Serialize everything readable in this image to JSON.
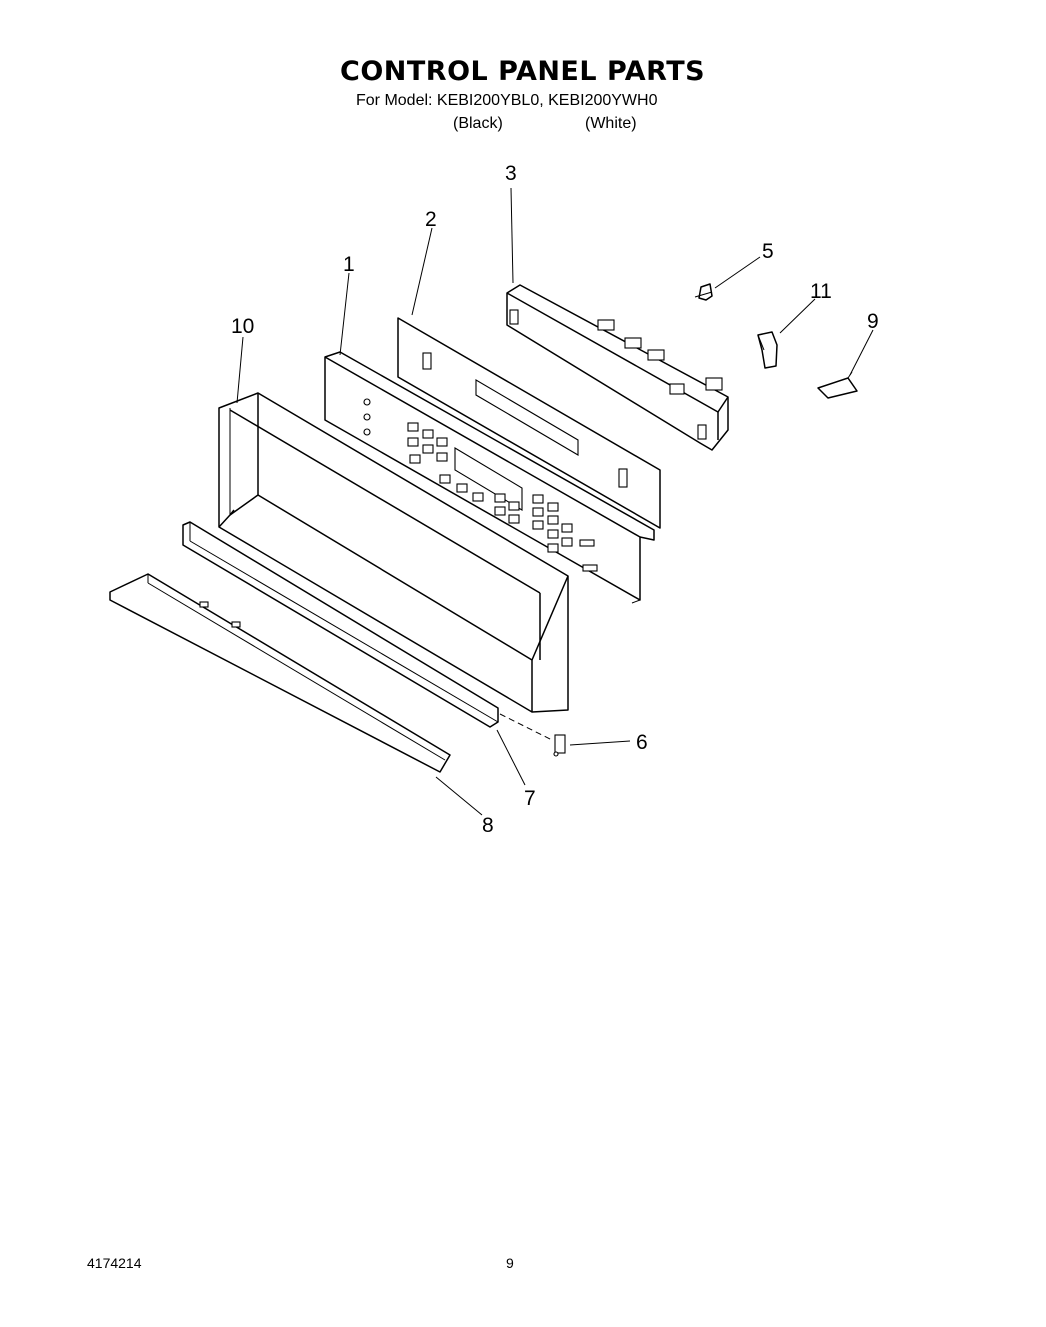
{
  "header": {
    "title": "CONTROL PANEL PARTS",
    "model_line": "For Model: KEBI200YBL0, KEBI200YWH0",
    "variant_black": "(Black)",
    "variant_white": "(White)"
  },
  "callouts": [
    "1",
    "2",
    "3",
    "5",
    "11",
    "9",
    "10",
    "6",
    "7",
    "8"
  ],
  "footer": {
    "doc_number": "4174214",
    "page_number": "9"
  }
}
